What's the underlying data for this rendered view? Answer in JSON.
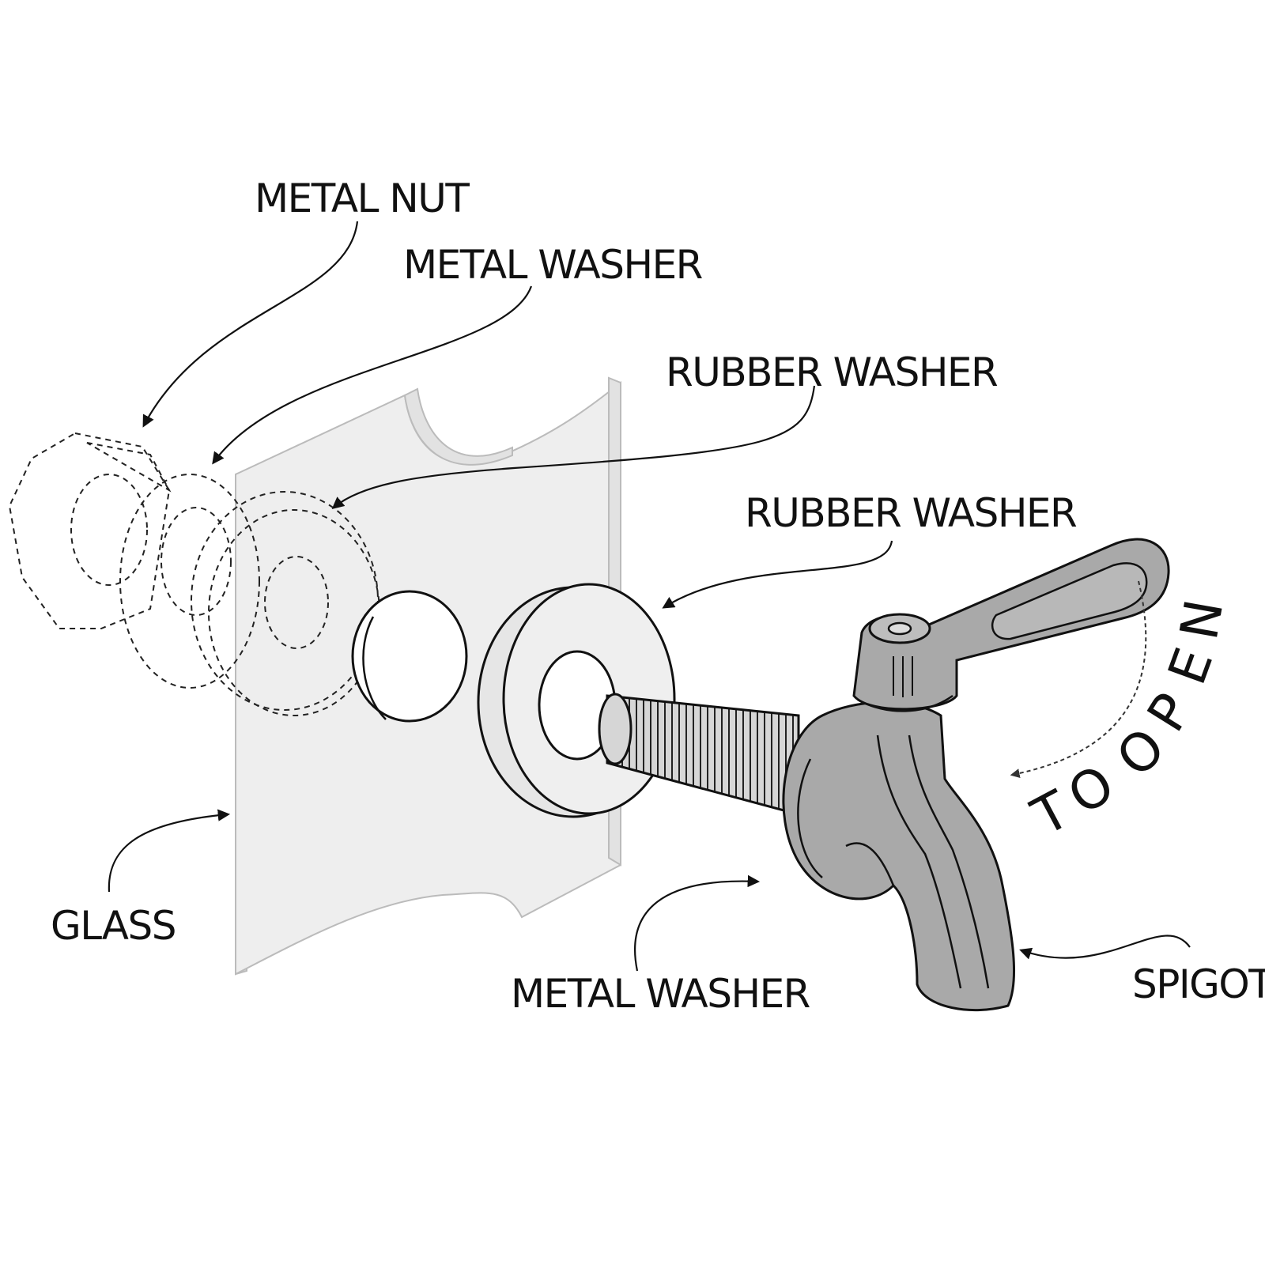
{
  "labels": {
    "metal_nut": "METAL NUT",
    "metal_washer_top": "METAL WASHER",
    "rubber_washer_top": "RUBBER WASHER",
    "rubber_washer_mid": "RUBBER WASHER",
    "glass": "GLASS",
    "metal_washer_bottom": "METAL WASHER",
    "spigot": "SPIGOT",
    "to_open": [
      "T",
      "O",
      "O",
      "P",
      "E",
      "N"
    ]
  },
  "colors": {
    "spigot_fill": "#a9a9a9",
    "glass_fill": "#eeeeee",
    "washer_fill": "#e6e6e6",
    "line": "#111111"
  }
}
